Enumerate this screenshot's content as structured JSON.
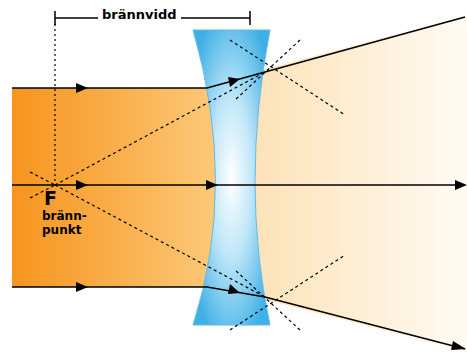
{
  "diagram": {
    "labels": [
      "brännvidd",
      "F",
      "bränn- punkt"
    ]
  }
}
